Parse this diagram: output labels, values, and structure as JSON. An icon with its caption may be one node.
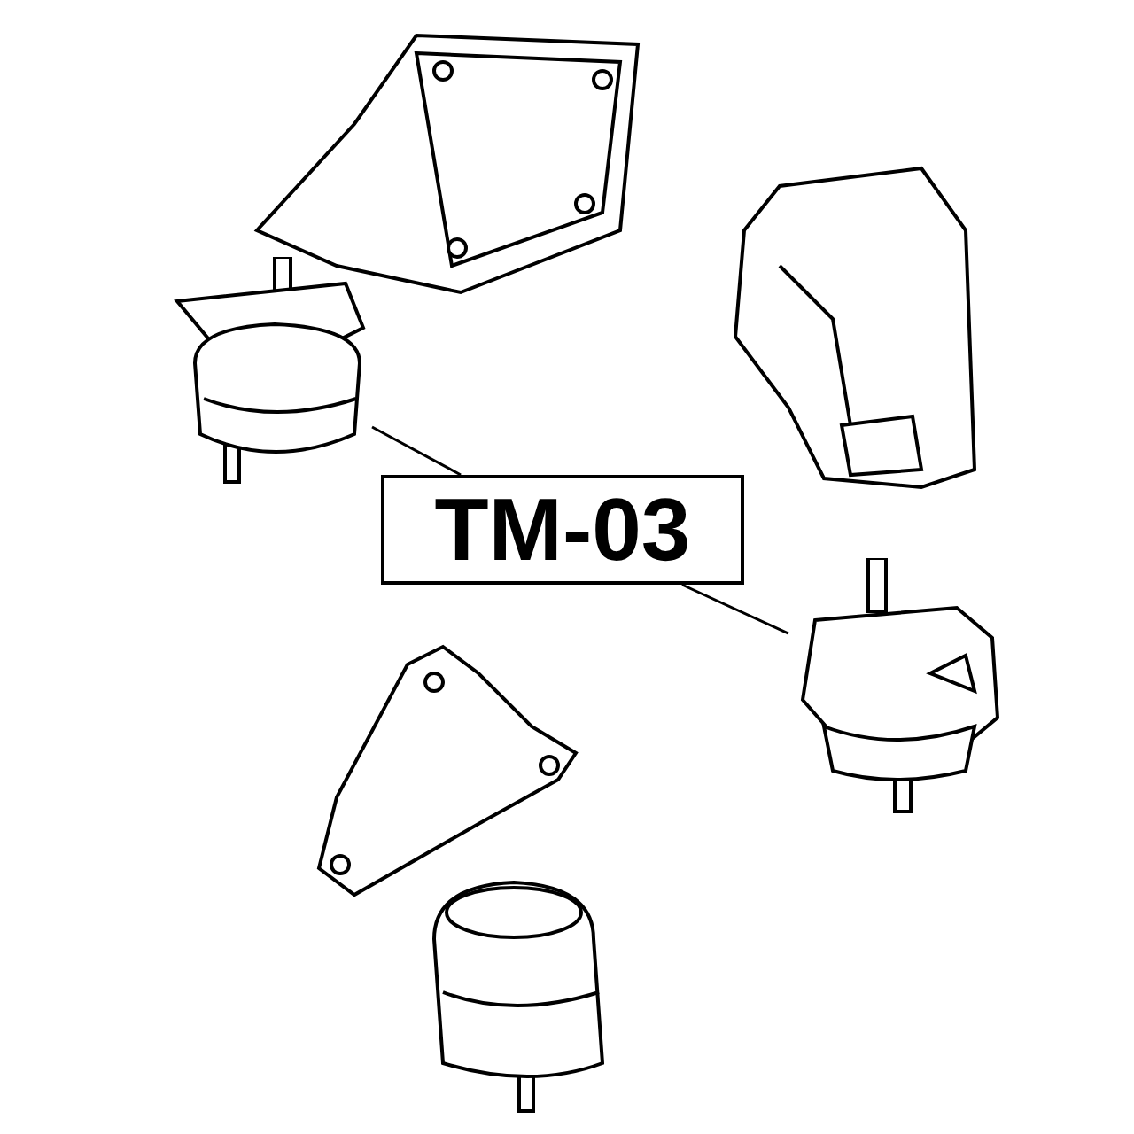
{
  "diagram": {
    "nodes": [
      {
        "text": [
          "TM-03"
        ]
      },
      {
        "text": [],
        "shape": "picture"
      },
      {
        "text": [],
        "shape": "picture"
      }
    ],
    "edges": [
      {
        "from": 0,
        "to": 1,
        "arrow": "none"
      },
      {
        "from": 0,
        "to": 2,
        "arrow": "none"
      }
    ]
  }
}
